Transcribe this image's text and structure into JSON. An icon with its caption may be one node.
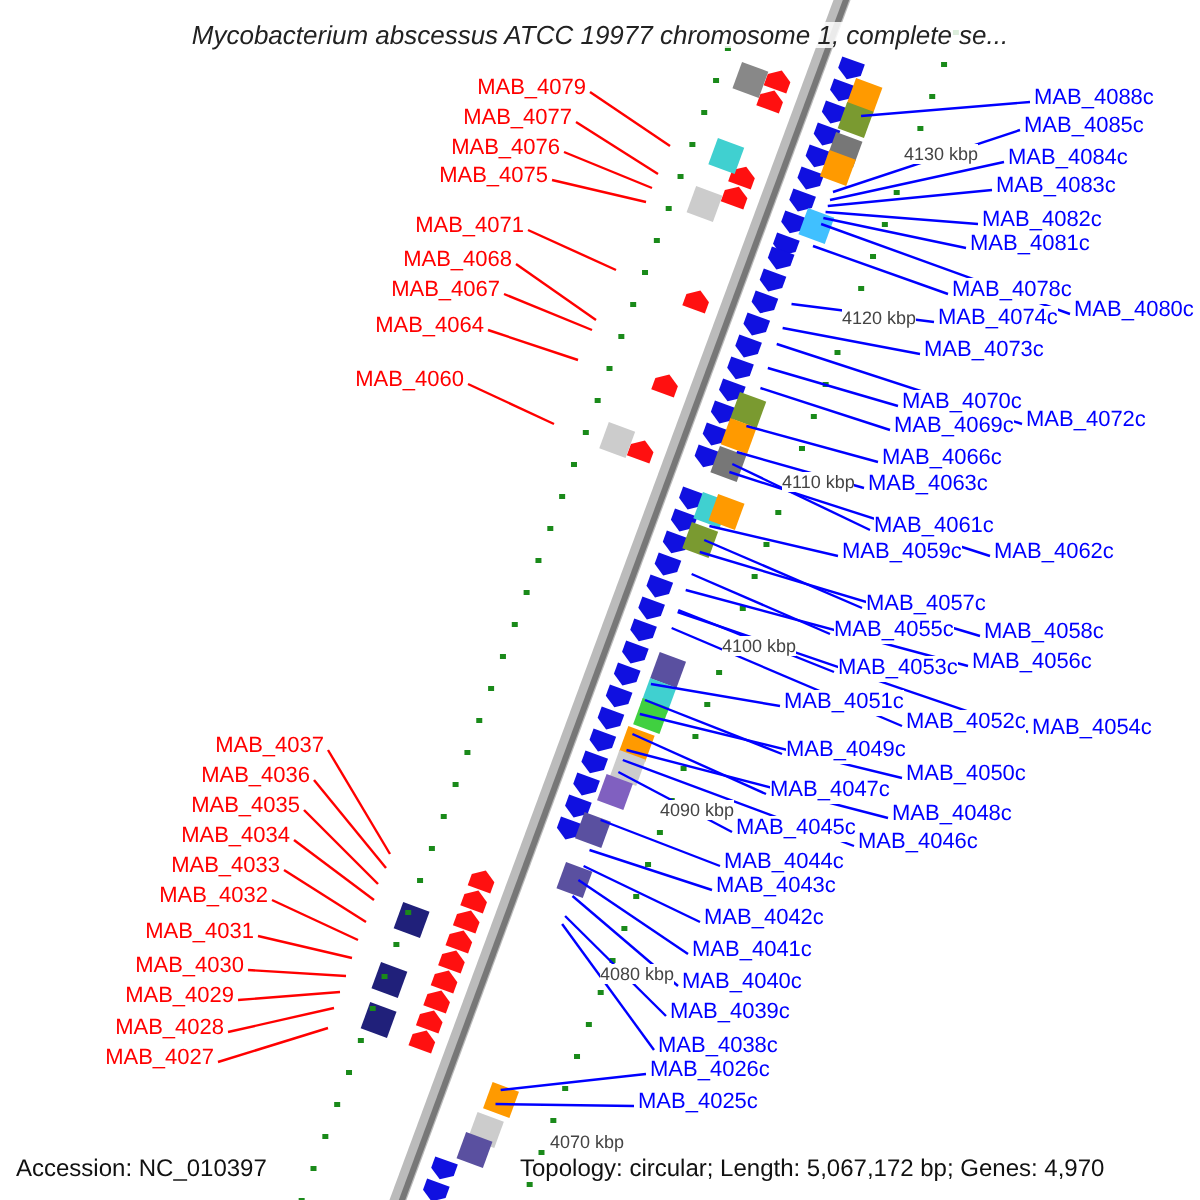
{
  "diagram": {
    "title": "Mycobacterium abscessus ATCC 19977 chromosome 1, complete se...",
    "nodes": [
      {
        "text": [
          "MAB_4079"
        ]
      },
      {
        "text": [
          "MAB_4077"
        ]
      },
      {
        "text": [
          "MAB_4076"
        ]
      },
      {
        "text": [
          "MAB_4075"
        ]
      },
      {
        "text": [
          "MAB_4071"
        ]
      },
      {
        "text": [
          "MAB_4068"
        ]
      },
      {
        "text": [
          "MAB_4067"
        ]
      },
      {
        "text": [
          "MAB_4064"
        ]
      },
      {
        "text": [
          "MAB_4060"
        ]
      },
      {
        "text": [
          "MAB_4037"
        ]
      },
      {
        "text": [
          "MAB_4036"
        ]
      },
      {
        "text": [
          "MAB_4035"
        ]
      },
      {
        "text": [
          "MAB_4034"
        ]
      },
      {
        "text": [
          "MAB_4033"
        ]
      },
      {
        "text": [
          "MAB_4032"
        ]
      },
      {
        "text": [
          "MAB_4031"
        ]
      },
      {
        "text": [
          "MAB_4030"
        ]
      },
      {
        "text": [
          "MAB_4029"
        ]
      },
      {
        "text": [
          "MAB_4028"
        ]
      },
      {
        "text": [
          "MAB_4027"
        ]
      },
      {
        "text": [
          "MAB_4088c"
        ]
      },
      {
        "text": [
          "MAB_4085c"
        ]
      },
      {
        "text": [
          "MAB_4084c"
        ]
      },
      {
        "text": [
          "MAB_4083c"
        ]
      },
      {
        "text": [
          "MAB_4082c"
        ]
      },
      {
        "text": [
          "MAB_4081c"
        ]
      },
      {
        "text": [
          "MAB_4080c"
        ]
      },
      {
        "text": [
          "MAB_4078c"
        ]
      },
      {
        "text": [
          "MAB_4074c"
        ]
      },
      {
        "text": [
          "MAB_4073c"
        ]
      },
      {
        "text": [
          "MAB_4072c"
        ]
      },
      {
        "text": [
          "MAB_4070c"
        ]
      },
      {
        "text": [
          "MAB_4069c"
        ]
      },
      {
        "text": [
          "MAB_4066c"
        ]
      },
      {
        "text": [
          "MAB_4063c"
        ]
      },
      {
        "text": [
          "MAB_4061c"
        ]
      },
      {
        "text": [
          "MAB_4062c"
        ]
      },
      {
        "text": [
          "MAB_4059c"
        ]
      },
      {
        "text": [
          "MAB_4057c"
        ]
      },
      {
        "text": [
          "MAB_4058c"
        ]
      },
      {
        "text": [
          "MAB_4055c"
        ]
      },
      {
        "text": [
          "MAB_4056c"
        ]
      },
      {
        "text": [
          "MAB_4053c"
        ]
      },
      {
        "text": [
          "MAB_4051c"
        ]
      },
      {
        "text": [
          "MAB_4052c"
        ]
      },
      {
        "text": [
          "MAB_4054c"
        ]
      },
      {
        "text": [
          "MAB_4049c"
        ]
      },
      {
        "text": [
          "MAB_4050c"
        ]
      },
      {
        "text": [
          "MAB_4047c"
        ]
      },
      {
        "text": [
          "MAB_4048c"
        ]
      },
      {
        "text": [
          "MAB_4045c"
        ]
      },
      {
        "text": [
          "MAB_4046c"
        ]
      },
      {
        "text": [
          "MAB_4044c"
        ]
      },
      {
        "text": [
          "MAB_4043c"
        ]
      },
      {
        "text": [
          "MAB_4042c"
        ]
      },
      {
        "text": [
          "MAB_4041c"
        ]
      },
      {
        "text": [
          "MAB_4040c"
        ]
      },
      {
        "text": [
          "MAB_4039c"
        ]
      },
      {
        "text": [
          "MAB_4038c"
        ]
      },
      {
        "text": [
          "MAB_4026c"
        ]
      },
      {
        "text": [
          "MAB_4025c"
        ]
      }
    ],
    "edges": [
      {
        "from": 0,
        "to": null,
        "arrow": "none",
        "color": "#ff0000"
      },
      {
        "from": 1,
        "to": null,
        "arrow": "none",
        "color": "#ff0000"
      },
      {
        "from": 2,
        "to": null,
        "arrow": "none",
        "color": "#ff0000"
      },
      {
        "from": 3,
        "to": null,
        "arrow": "none",
        "color": "#ff0000"
      },
      {
        "from": 4,
        "to": null,
        "arrow": "none",
        "color": "#ff0000"
      },
      {
        "from": 5,
        "to": null,
        "arrow": "none",
        "color": "#ff0000"
      },
      {
        "from": 6,
        "to": null,
        "arrow": "none",
        "color": "#ff0000"
      },
      {
        "from": 7,
        "to": null,
        "arrow": "none",
        "color": "#ff0000"
      },
      {
        "from": 8,
        "to": null,
        "arrow": "none",
        "color": "#ff0000"
      },
      {
        "from": 9,
        "to": null,
        "arrow": "none",
        "color": "#ff0000"
      },
      {
        "from": 10,
        "to": null,
        "arrow": "none",
        "color": "#ff0000"
      },
      {
        "from": 11,
        "to": null,
        "arrow": "none",
        "color": "#ff0000"
      },
      {
        "from": 12,
        "to": null,
        "arrow": "none",
        "color": "#ff0000"
      },
      {
        "from": 13,
        "to": null,
        "arrow": "none",
        "color": "#ff0000"
      },
      {
        "from": 14,
        "to": null,
        "arrow": "none",
        "color": "#ff0000"
      },
      {
        "from": 15,
        "to": null,
        "arrow": "none",
        "color": "#ff0000"
      },
      {
        "from": 16,
        "to": null,
        "arrow": "none",
        "color": "#ff0000"
      },
      {
        "from": 17,
        "to": null,
        "arrow": "none",
        "color": "#ff0000"
      },
      {
        "from": 18,
        "to": null,
        "arrow": "none",
        "color": "#ff0000"
      },
      {
        "from": 19,
        "to": null,
        "arrow": "none",
        "color": "#ff0000"
      },
      {
        "from": 20,
        "to": null,
        "arrow": "none"
      },
      {
        "from": 21,
        "to": null,
        "arrow": "none"
      },
      {
        "from": 22,
        "to": null,
        "arrow": "none"
      },
      {
        "from": 23,
        "to": null,
        "arrow": "none"
      },
      {
        "from": 24,
        "to": null,
        "arrow": "none"
      },
      {
        "from": 25,
        "to": null,
        "arrow": "none"
      },
      {
        "from": 26,
        "to": null,
        "arrow": "none"
      },
      {
        "from": 27,
        "to": null,
        "arrow": "none"
      },
      {
        "from": 28,
        "to": null,
        "arrow": "none"
      },
      {
        "from": 29,
        "to": null,
        "arrow": "none"
      },
      {
        "from": 30,
        "to": null,
        "arrow": "none"
      },
      {
        "from": 31,
        "to": null,
        "arrow": "none"
      },
      {
        "from": 32,
        "to": null,
        "arrow": "none"
      },
      {
        "from": 33,
        "to": null,
        "arrow": "none"
      },
      {
        "from": 34,
        "to": null,
        "arrow": "none"
      },
      {
        "from": 35,
        "to": null,
        "arrow": "none"
      },
      {
        "from": 36,
        "to": null,
        "arrow": "none"
      },
      {
        "from": 37,
        "to": null,
        "arrow": "none"
      },
      {
        "from": 38,
        "to": null,
        "arrow": "none"
      },
      {
        "from": 39,
        "to": null,
        "arrow": "none"
      },
      {
        "from": 40,
        "to": null,
        "arrow": "none"
      },
      {
        "from": 41,
        "to": null,
        "arrow": "none"
      },
      {
        "from": 42,
        "to": null,
        "arrow": "none"
      },
      {
        "from": 43,
        "to": null,
        "arrow": "none"
      },
      {
        "from": 44,
        "to": null,
        "arrow": "none"
      },
      {
        "from": 45,
        "to": null,
        "arrow": "none"
      },
      {
        "from": 46,
        "to": null,
        "arrow": "none"
      },
      {
        "from": 47,
        "to": null,
        "arrow": "none"
      },
      {
        "from": 48,
        "to": null,
        "arrow": "none"
      },
      {
        "from": 49,
        "to": null,
        "arrow": "none"
      },
      {
        "from": 50,
        "to": null,
        "arrow": "none"
      },
      {
        "from": 51,
        "to": null,
        "arrow": "none"
      },
      {
        "from": 52,
        "to": null,
        "arrow": "none"
      },
      {
        "from": 53,
        "to": null,
        "arrow": "none"
      },
      {
        "from": 54,
        "to": null,
        "arrow": "none"
      },
      {
        "from": 55,
        "to": null,
        "arrow": "none"
      },
      {
        "from": 56,
        "to": null,
        "arrow": "none"
      },
      {
        "from": 57,
        "to": null,
        "arrow": "none"
      },
      {
        "from": 58,
        "to": null,
        "arrow": "none"
      },
      {
        "from": 59,
        "to": null,
        "arrow": "none"
      },
      {
        "from": 60,
        "to": null,
        "arrow": "none"
      }
    ],
    "labels": [
      "4130 kbp",
      "4120 kbp",
      "4110 kbp",
      "4100 kbp",
      "4090 kbp",
      "4080 kbp",
      "4070 kbp",
      "Accession: NC_010397",
      "Topology: circular; Length: 5,067,172 bp; Genes: 4,970"
    ]
  }
}
